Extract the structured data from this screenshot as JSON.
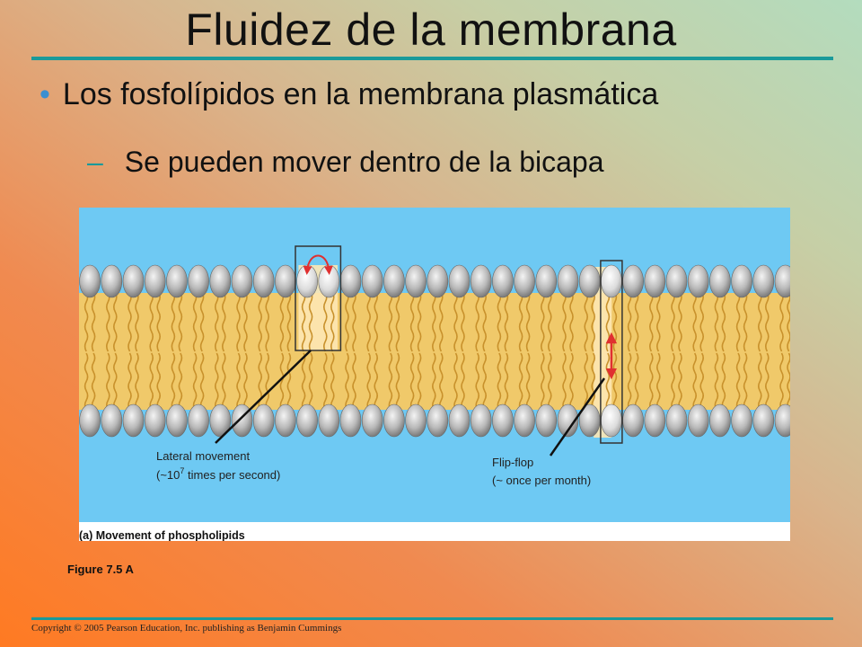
{
  "slide": {
    "title": "Fluidez de la membrana",
    "bullet_1": "Los fosfolípidos en la membrana plasmática",
    "bullet_2": "Se pueden mover dentro de la bicapa",
    "figure_caption": "Figure 7.5 A",
    "copyright": "Copyright © 2005 Pearson Education, Inc. publishing as Benjamin Cummings"
  },
  "diagram": {
    "panel_label": "(a) Movement of phospholipids",
    "lateral": {
      "line1": "Lateral movement",
      "line2_prefix": "(~10",
      "line2_exp": "7",
      "line2_suffix": " times per second)"
    },
    "flipflop": {
      "line1": "Flip-flop",
      "line2": "(~ once per month)"
    }
  },
  "colors": {
    "water": "#6ec9f3",
    "tails": "#f0c96a",
    "highlight": "#fde7b4",
    "arrow": "#e03030",
    "accent_rule": "#1a9a9a"
  }
}
